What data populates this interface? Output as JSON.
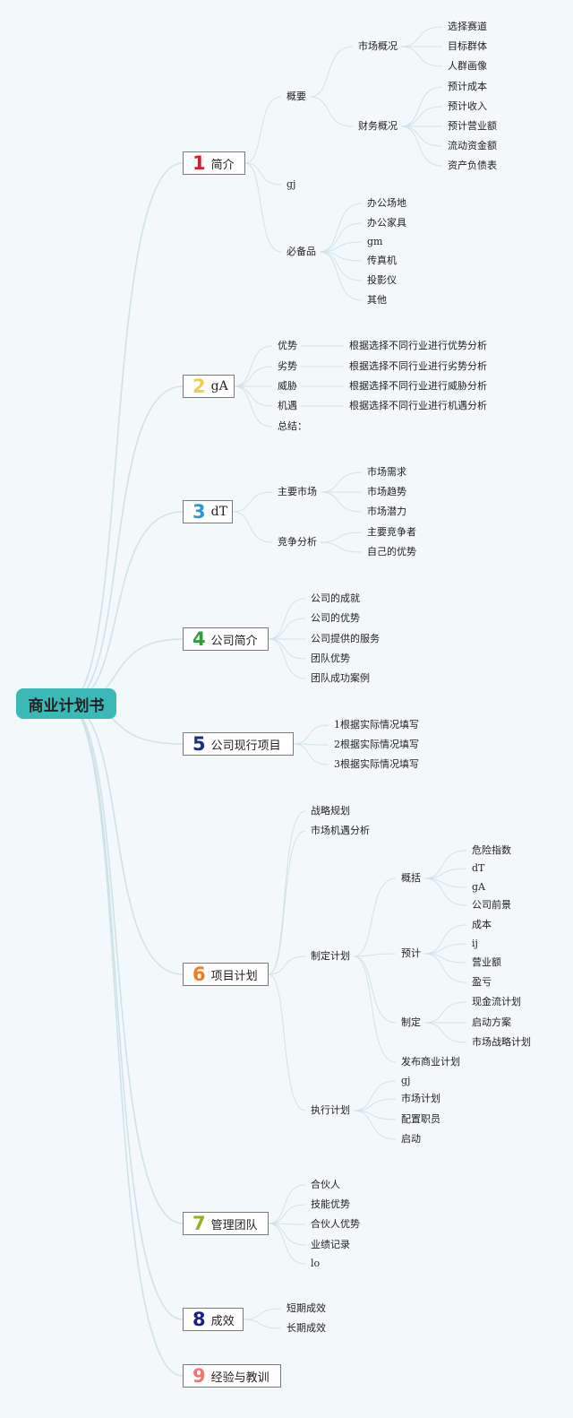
{
  "root": "商业计划书",
  "colors": {
    "root_bg": "#3ab9b6",
    "line": "#cfe3e6",
    "num": [
      "#d81e2c",
      "#f2cf4a",
      "#2b97d6",
      "#2e9e3a",
      "#1b2f7e",
      "#ef7b22",
      "#8fb21d",
      "#1d1d8c",
      "#f0756c"
    ]
  },
  "sections": [
    {
      "num": "1",
      "label": "简介"
    },
    {
      "num": "2",
      "label": "gA"
    },
    {
      "num": "3",
      "label": "dT"
    },
    {
      "num": "4",
      "label": "公司简介"
    },
    {
      "num": "5",
      "label": "公司现行项目"
    },
    {
      "num": "6",
      "label": "项目计划"
    },
    {
      "num": "7",
      "label": "管理团队"
    },
    {
      "num": "8",
      "label": "成效"
    },
    {
      "num": "9",
      "label": "经验与教训"
    }
  ],
  "nodes": {
    "gaiyao": "概要",
    "shichang_gaikuang": "市场概况",
    "xuanze_saidao": "选择赛道",
    "mubiao_qunti": "目标群体",
    "renqun_huaxiang": "人群画像",
    "caiwu_gaikuang": "财务概况",
    "yuji_chengben": "预计成本",
    "yuji_shouru": "预计收入",
    "yuji_yingye": "预计营业额",
    "liudong_zijin": "流动资金额",
    "zichan_fuzhai": "资产负债表",
    "gj1": "gj",
    "bibeipin": "必备品",
    "bangong_changdi": "办公场地",
    "bangong_jiaju": "办公家具",
    "gm": "gm",
    "chuanzhenji": "传真机",
    "touyingyi": "投影仪",
    "qita": "其他",
    "youshi": "优势",
    "lieshi": "劣势",
    "weixie": "威胁",
    "jiyu": "机遇",
    "zongjie": "总结：",
    "youshi_d": "根据选择不同行业进行优势分析",
    "lieshi_d": "根据选择不同行业进行劣势分析",
    "weixie_d": "根据选择不同行业进行威胁分析",
    "jiyu_d": "根据选择不同行业进行机遇分析",
    "zhuyao_shichang": "主要市场",
    "shichang_xuqiu": "市场需求",
    "shichang_qushi": "市场趋势",
    "shichang_qianli": "市场潜力",
    "jingzheng_fenxi": "竞争分析",
    "zhuyao_jingzheng": "主要竞争者",
    "ziji_youshi": "自己的优势",
    "c_chengjiu": "公司的成就",
    "c_youshi": "公司的优势",
    "c_fuwu": "公司提供的服务",
    "tuandui_youshi": "团队优势",
    "tuandui_anli": "团队成功案例",
    "p1": "1根据实际情况填写",
    "p2": "2根据实际情况填写",
    "p3": "3根据实际情况填写",
    "zhanlue": "战略规划",
    "shichang_jiyu": "市场机遇分析",
    "zhiding_jihua": "制定计划",
    "gaikuo": "概括",
    "weixian": "危险指数",
    "dT": "dT",
    "gA": "gA",
    "qianjing": "公司前景",
    "yuji": "预计",
    "chengben": "成本",
    "ij": "ij",
    "yingyee": "营业额",
    "yingkui": "盈亏",
    "zhiding": "制定",
    "xianjinliu": "现金流计划",
    "qidong_fangan": "启动方案",
    "shichang_zhanlue": "市场战略计划",
    "fabu": "发布商业计划",
    "zhixing": "执行计划",
    "gj2": "gj",
    "shichang_jihua": "市场计划",
    "peizhi": "配置职员",
    "qidong": "启动",
    "hehuoren": "合伙人",
    "jineng": "技能优势",
    "hehuoren_youshi": "合伙人优势",
    "yeji": "业绩记录",
    "lo": "lo",
    "duanqi": "短期成效",
    "changqi": "长期成效"
  }
}
